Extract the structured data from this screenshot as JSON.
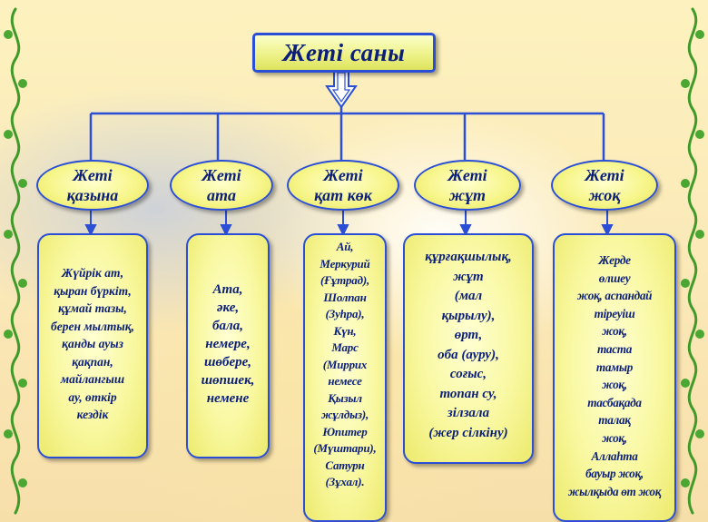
{
  "title": "Жеті саны",
  "categories": [
    {
      "label": "Жеті\nқазына",
      "content": "Жүйрік ат,\nқыран бүркіт,\nқұмай тазы,\nберен мылтық,\nқанды ауыз\nқақпан,\nмайлангыш\nау, өткір\nкездік"
    },
    {
      "label": "Жеті\nата",
      "content": "Ата,\nәке,\nбала,\nнемере,\nшөбере,\nшөпшек,\nнемене"
    },
    {
      "label": "Жеті\nқат көк",
      "content": "Ай,\nМеркурий\n(Ғұтрад),\nШолпан\n(Зуһра),\nКүн,\nМарс\n(Миррих\nнемесе\nҚызыл\nжұлдыз),\nЮпитер\n(Мүштари),\nСатурн\n(Зұхал)."
    },
    {
      "label": "Жеті\nжұт",
      "content": "құрғақшылық,\nжұт\n(мал\nқырылу),\nөрт,\nоба (ауру),\nсоғыс,\nтопан су,\nзілзала\n(жер сілкіну)"
    },
    {
      "label": "Жеті\nжоқ",
      "content": "Жерде\nөлшеу\nжоқ, аспандай\nтіреуіш\nжоқ,\nтаста\nтамыр\nжоқ,\nтасбақада\nталақ\nжоқ,\nАллаһта\nбауыр жоқ,\nжылқыда өт жоқ"
    }
  ]
}
